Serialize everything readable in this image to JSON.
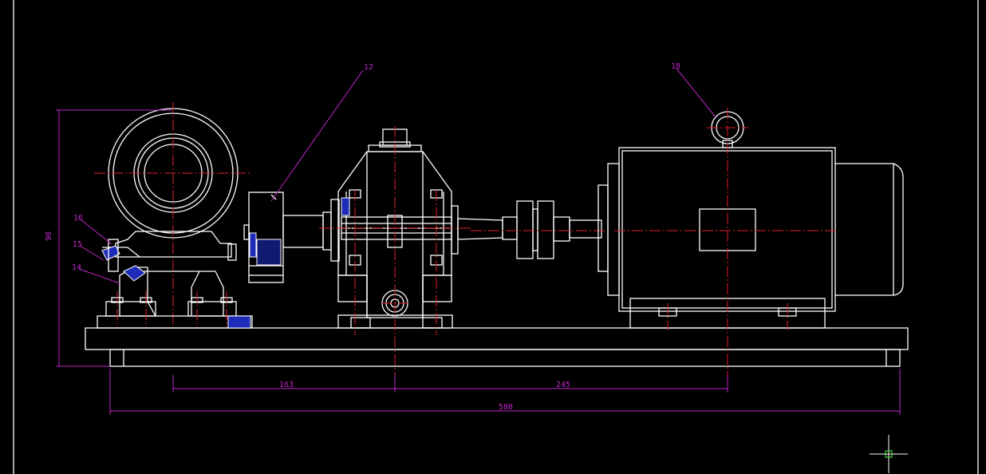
{
  "colors": {
    "background": "#000000",
    "outline": "#ffffff",
    "centerline": "#e0202a",
    "dimension": "#c026c8",
    "section_fill": "#1d2bb8"
  },
  "dimensions": {
    "height": "90",
    "left_span": "163",
    "right_span": "245",
    "overall_length": "580"
  },
  "balloons": {
    "shaft": "12",
    "motor": "18",
    "b16": "16",
    "b15": "15",
    "b14": "14"
  },
  "icons": [
    "crosshair-cursor-icon"
  ]
}
